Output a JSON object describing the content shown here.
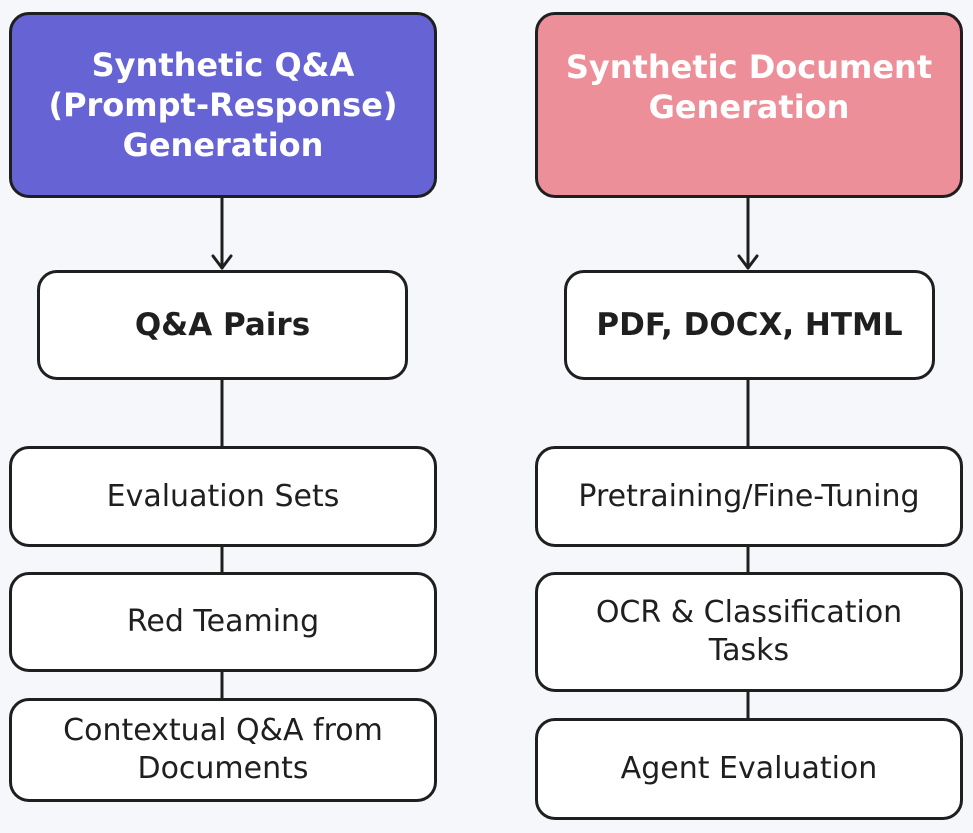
{
  "colors": {
    "left_header_bg": "#6663d5",
    "right_header_bg": "#ec8f99",
    "line": "#1f1f1f"
  },
  "left": {
    "header": "Synthetic  Q&A\n(Prompt-Response)\nGeneration",
    "output": "Q&A Pairs",
    "uses": [
      "Evaluation Sets",
      "Red Teaming",
      "Contextual Q&A from\nDocuments"
    ]
  },
  "right": {
    "header": "Synthetic Document\nGeneration",
    "output": "PDF, DOCX, HTML",
    "uses": [
      "Pretraining/Fine-Tuning",
      "OCR & Classification\nTasks",
      "Agent Evaluation"
    ]
  }
}
